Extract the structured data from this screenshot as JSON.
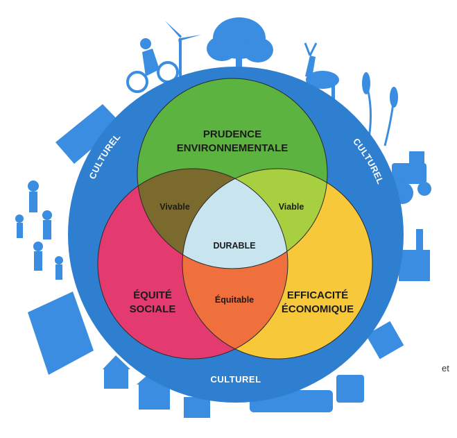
{
  "colors": {
    "ring": "#2f7fd0",
    "silhouette": "#3a8de0",
    "environment": "#5db33f",
    "social": "#e33a6f",
    "economic": "#f6c83a",
    "vivable": "#7b6a2e",
    "viable": "#a8cf3f",
    "equitable": "#f0703d",
    "durable": "#c8e4ee"
  },
  "ring_labels": {
    "left": "CULTUREL",
    "right": "CULTUREL",
    "bottom": "CULTUREL"
  },
  "circles": {
    "environment": [
      "PRUDENCE",
      "ENVIRONNEMENTALE"
    ],
    "social": [
      "ÉQUITÉ",
      "SOCIALE"
    ],
    "economic": [
      "EFFICACITÉ",
      "ÉCONOMIQUE"
    ]
  },
  "intersections": {
    "vivable": "Vivable",
    "viable": "Viable",
    "equitable": "Équitable",
    "durable": "DURABLE"
  },
  "icons": [
    "windmill-icon",
    "tree-icon",
    "deer-icon",
    "wheat-icon",
    "tractor-icon",
    "cyclist-icon",
    "bus-icon",
    "people-icon",
    "building-icon",
    "houses-icon",
    "train-icon",
    "factory-icon"
  ],
  "stray_text": "et"
}
